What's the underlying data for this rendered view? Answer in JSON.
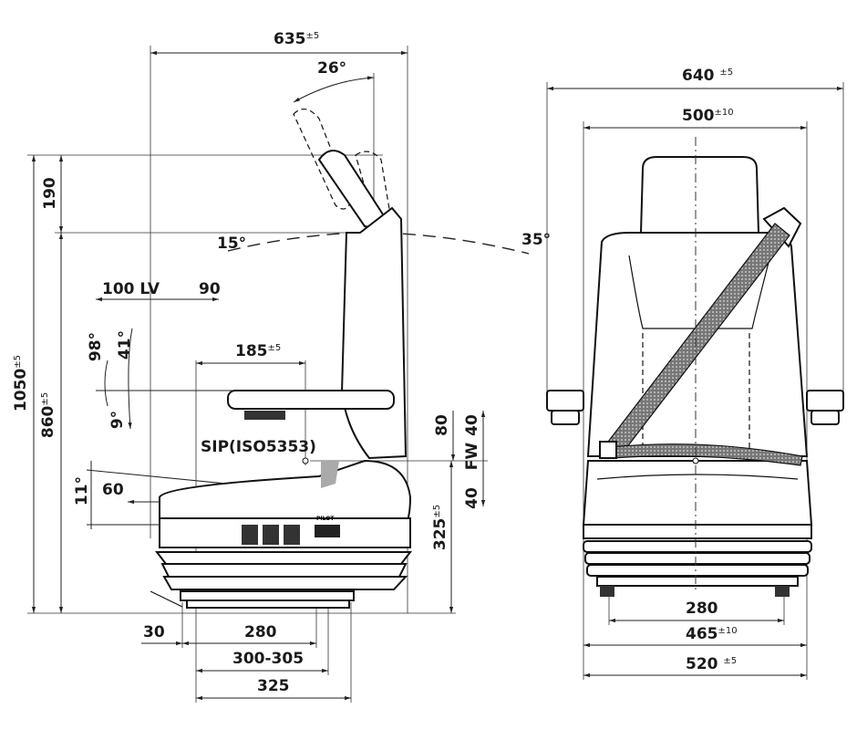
{
  "side_view": {
    "overall_depth": {
      "value": "635",
      "tol": "±5"
    },
    "headrest_tilt": "26°",
    "height_headrest": "190",
    "overall_height": {
      "value": "1050",
      "tol": "±5"
    },
    "backrest_height": {
      "value": "860",
      "tol": "±5"
    },
    "backrest_angle_fwd": "15°",
    "backrest_angle_back": "35°",
    "fore_aft": {
      "a": "100",
      "label": "LV",
      "b": "90"
    },
    "angle_98": "98°",
    "angle_41": "41°",
    "angle_9": "9°",
    "armrest_depth": {
      "value": "185",
      "tol": "±5"
    },
    "sip_label": "SIP(ISO5353)",
    "vertical_80": "80",
    "fw_up": "40",
    "fw_label": "FW",
    "fw_down": "40",
    "cushion_angle": "11°",
    "cushion_travel": "60",
    "sip_height": {
      "value": "325",
      "tol": "±5"
    },
    "lever_offset": "30",
    "mount_280": "280",
    "mount_300_305": "300-305",
    "mount_325": "325",
    "brand_logo": "PILOT"
  },
  "front_view": {
    "overall_width": {
      "value": "640",
      "tol": "±5"
    },
    "backrest_width": {
      "value": "500",
      "tol": "±10"
    },
    "mount_width": "280",
    "base_width": {
      "value": "465",
      "tol": "±10"
    },
    "cushion_width": {
      "value": "520",
      "tol": "±5"
    }
  },
  "colors": {
    "line": "#111111",
    "belt": "#555555"
  }
}
